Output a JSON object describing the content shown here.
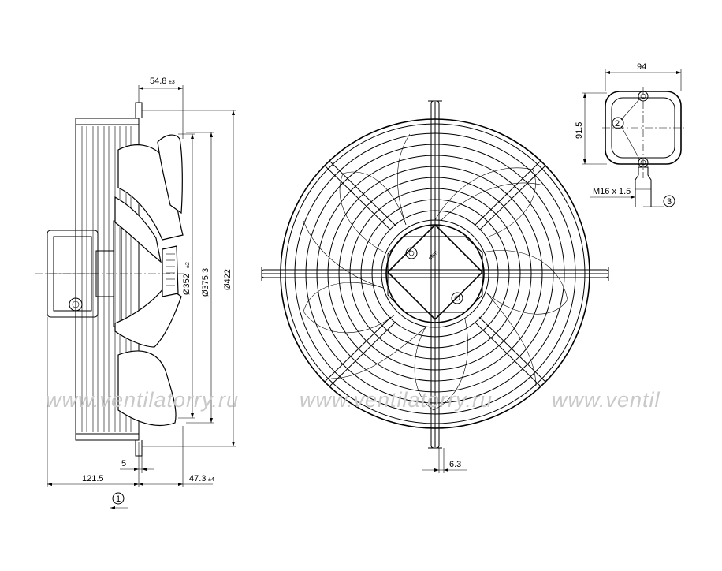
{
  "dimensions": {
    "d_54_8": "54.8",
    "d_54_8_tol": "±3",
    "d_352": "Ø352",
    "d_352_tol": "±2",
    "d_375_3": "Ø375.3",
    "d_422": "Ø422",
    "d_5": "5",
    "d_121_5": "121.5",
    "d_47_3": "47.3",
    "d_47_3_tol": "±4",
    "d_6_3": "6.3",
    "d_94": "94",
    "d_91_5": "91.5",
    "d_m16": "M16 x 1.5"
  },
  "callouts": {
    "c1": "1",
    "c2": "2",
    "c3": "3"
  },
  "watermark": {
    "w1": "www.ventilatorry.ru",
    "w2": "www.ventilatorry.ru",
    "w3": "www.ventil"
  },
  "hub_label": "ebm"
}
